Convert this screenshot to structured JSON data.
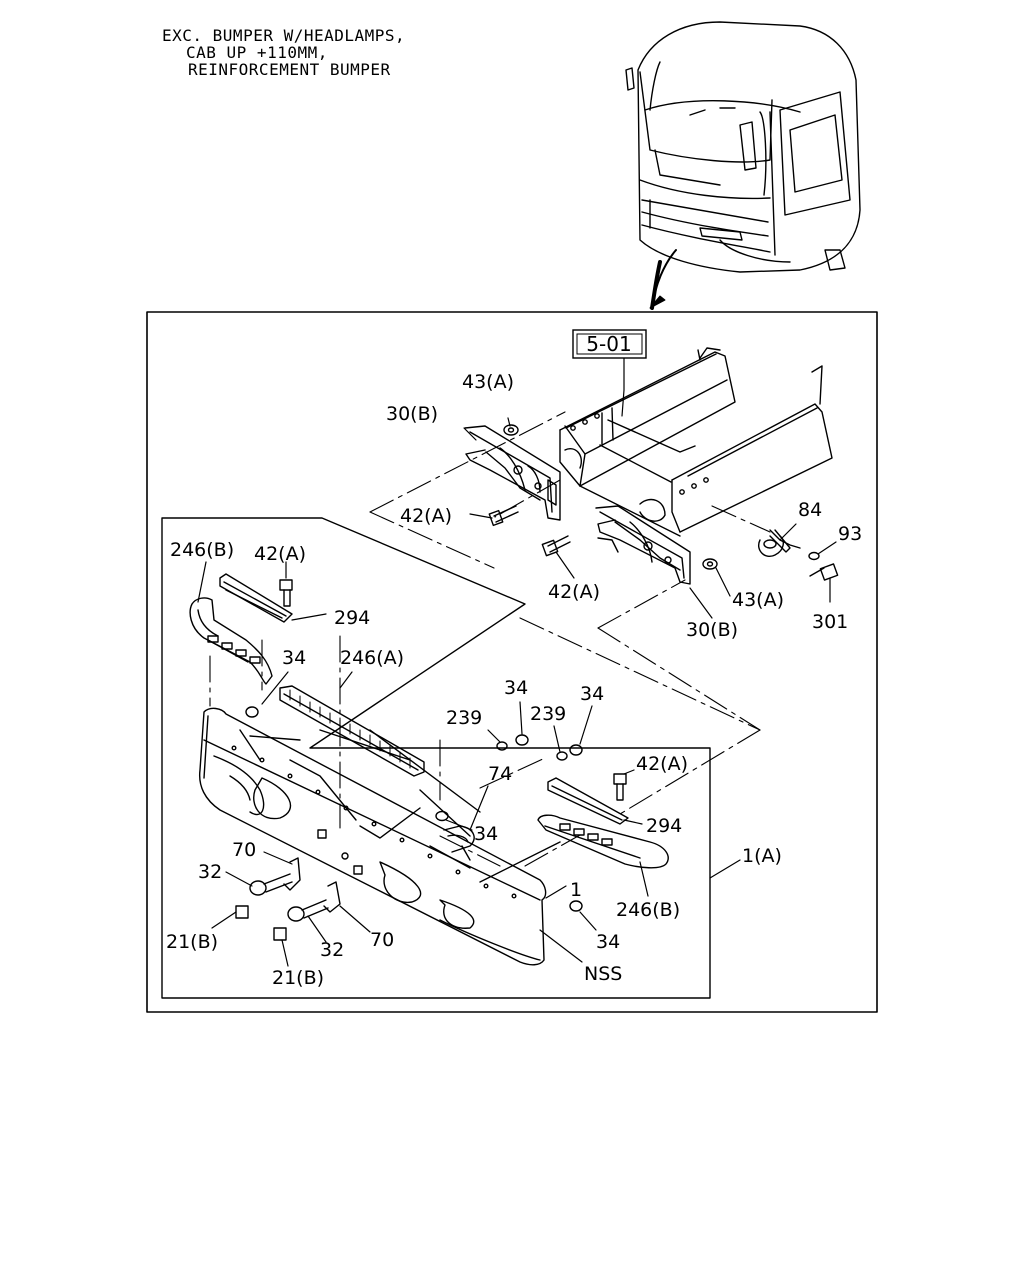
{
  "header": {
    "line1": "EXC. BUMPER W/HEADLAMPS,",
    "line2": "CAB UP +110MM,",
    "line3": "REINFORCEMENT BUMPER"
  },
  "reference_box": "5-01",
  "callouts": {
    "c43a_top": "43(A)",
    "c30b_top": "30(B)",
    "c42a_top": "42(A)",
    "c42a_mid": "42(A)",
    "c43a_right": "43(A)",
    "c30b_right": "30(B)",
    "c84": "84",
    "c93": "93",
    "c301": "301",
    "c246b_left": "246(B)",
    "c42a_left": "42(A)",
    "c294_left": "294",
    "c34_left": "34",
    "c246a": "246(A)",
    "c34_c1": "34",
    "c239_1": "239",
    "c239_2": "239",
    "c34_c2": "34",
    "c74": "74",
    "c34_c3": "34",
    "c42a_right2": "42(A)",
    "c294_right": "294",
    "c1a": "1(A)",
    "c246b_right": "246(B)",
    "c70_top": "70",
    "c32_left": "32",
    "c21b_left": "21(B)",
    "c32_bottom": "32",
    "c70_bottom": "70",
    "c21b_bottom": "21(B)",
    "c1": "1",
    "c34_bottom": "34",
    "cnss": "NSS"
  }
}
